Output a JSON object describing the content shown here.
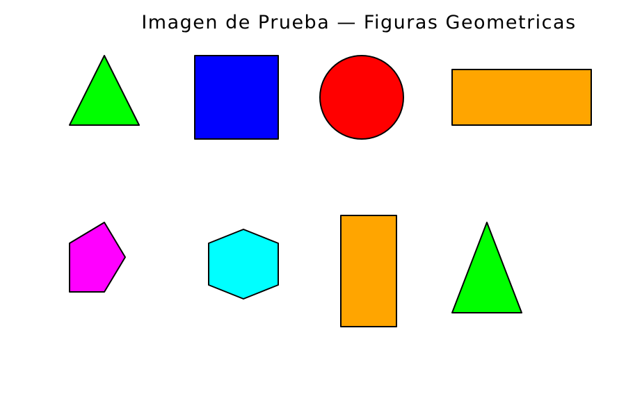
{
  "title": "Imagen de Prueba — Figuras Geometricas",
  "shapes": [
    {
      "id": "triangle-small",
      "kind": "triangle",
      "color": "#00ff00"
    },
    {
      "id": "square",
      "kind": "square",
      "color": "#0000ff"
    },
    {
      "id": "circle",
      "kind": "circle",
      "color": "#ff0000"
    },
    {
      "id": "rectangle-horizontal",
      "kind": "rectangle",
      "color": "#ffa500"
    },
    {
      "id": "pentagon",
      "kind": "pentagon",
      "color": "#ff00ff"
    },
    {
      "id": "hexagon",
      "kind": "hexagon",
      "color": "#00ffff"
    },
    {
      "id": "rectangle-vertical",
      "kind": "rectangle",
      "color": "#ffa500"
    },
    {
      "id": "triangle-tall",
      "kind": "triangle",
      "color": "#00ff00"
    }
  ]
}
